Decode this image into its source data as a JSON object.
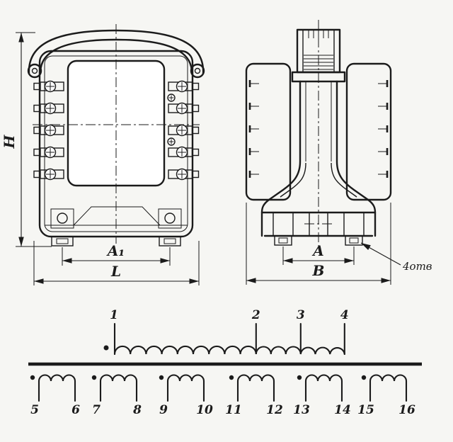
{
  "figure": {
    "front_view": {
      "dim_height": "H",
      "dim_feet_spacing": "A₁",
      "dim_overall_width": "L"
    },
    "side_view": {
      "dim_feet_spacing": "A",
      "dim_overall_width": "B",
      "mounting_holes_note": "4отв"
    }
  },
  "schematic": {
    "primary_terminals": [
      "1",
      "2",
      "3",
      "4"
    ],
    "secondary_windings": [
      {
        "start": "5",
        "end": "6"
      },
      {
        "start": "7",
        "end": "8"
      },
      {
        "start": "9",
        "end": "10"
      },
      {
        "start": "11",
        "end": "12"
      },
      {
        "start": "13",
        "end": "14"
      },
      {
        "start": "15",
        "end": "16"
      }
    ]
  },
  "colors": {
    "ink": "#1b1b1b",
    "paper": "#f6f6f3"
  }
}
